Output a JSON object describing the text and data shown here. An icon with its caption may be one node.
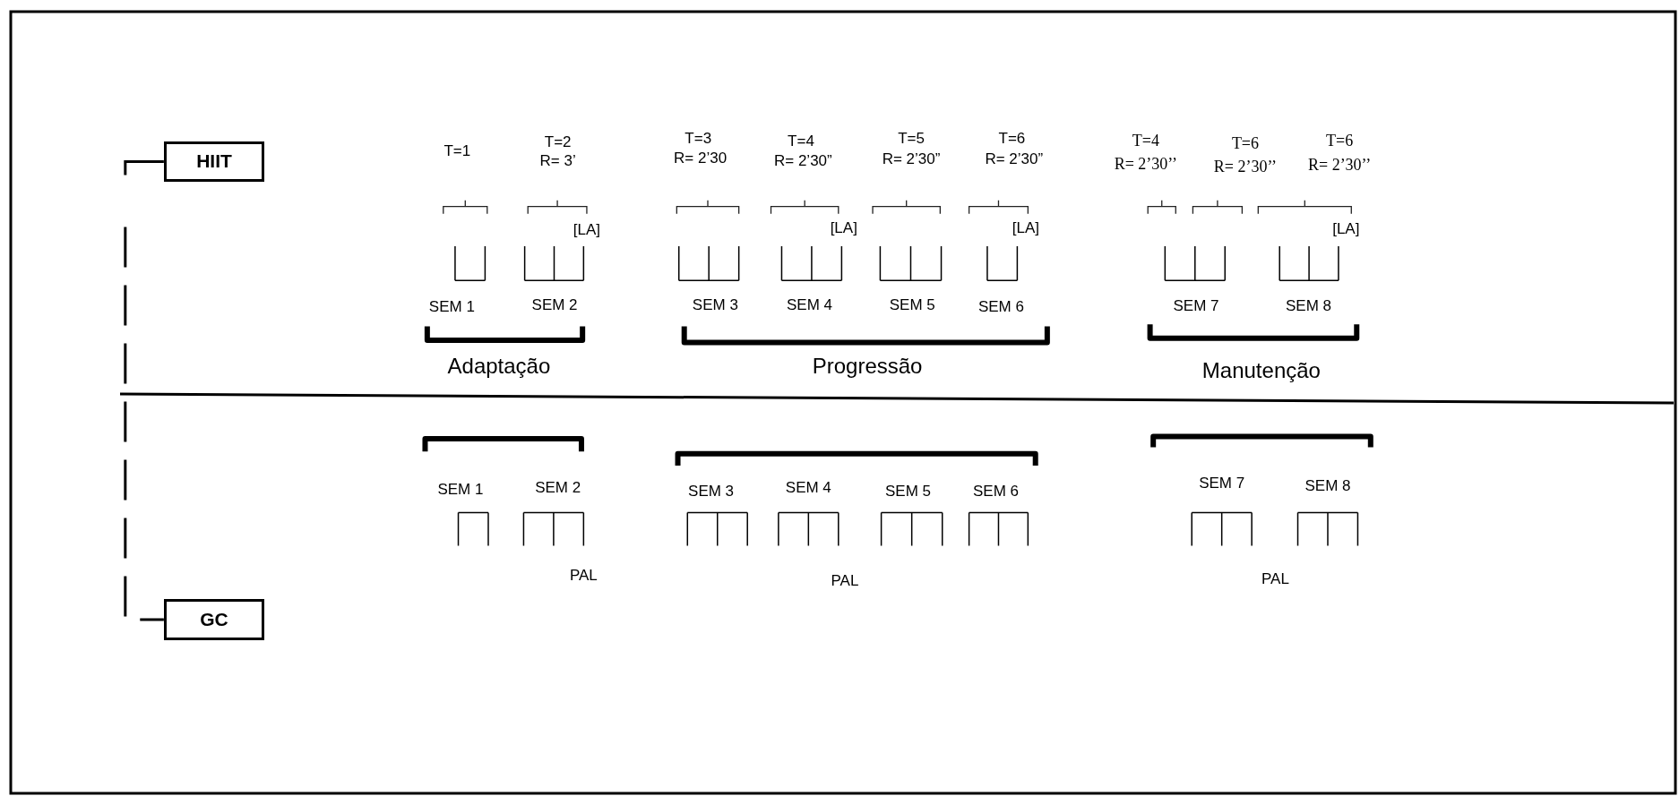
{
  "diagram": {
    "nodes": [
      {
        "text": [
          "HIIT"
        ]
      },
      {
        "text": [
          "GC"
        ]
      }
    ],
    "edges": [
      {
        "from": 0,
        "to": 1,
        "arrow": "none",
        "style": "dashed"
      }
    ],
    "labels": [
      "T=1",
      "T=2",
      "R= 3’",
      "T=3",
      "R= 2’30",
      "T=4",
      "R= 2’30”",
      "T=5",
      "R= 2’30”",
      "T=6",
      "R= 2’30”",
      "T=4",
      "R= 2’30’’",
      "T=6",
      "R= 2’30’’",
      "T=6",
      "R= 2’30’’",
      "[LA]",
      "[LA]",
      "[LA]",
      "[LA]",
      "SEM 1",
      "SEM 2",
      "SEM 3",
      "SEM 4",
      "SEM 5",
      "SEM 6",
      "SEM 7",
      "SEM 8",
      "Adaptação",
      "Progressão",
      "Manutenção",
      "SEM 1",
      "SEM 2",
      "SEM 3",
      "SEM 4",
      "SEM 5",
      "SEM 6",
      "SEM 7",
      "SEM 8",
      "PAL",
      "PAL",
      "PAL"
    ]
  }
}
